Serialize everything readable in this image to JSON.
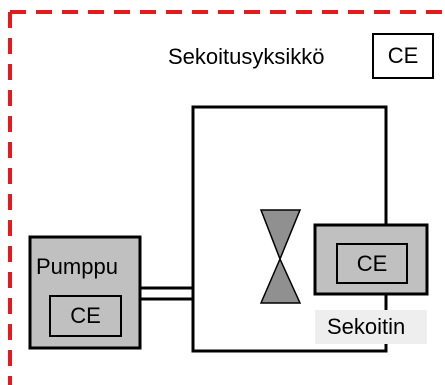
{
  "unit": {
    "label": "Sekoitusyksikkö",
    "mark": "CE"
  },
  "pump": {
    "label": "Pumppu",
    "mark": "CE"
  },
  "mixer": {
    "label": "Sekoitin",
    "mark": "CE"
  },
  "colors": {
    "boundary": "#e41a1c",
    "component_fill": "#c0c0c0",
    "valve_fill": "#909090",
    "mixer_label_bg": "#eeeeee",
    "stroke": "#000000"
  }
}
